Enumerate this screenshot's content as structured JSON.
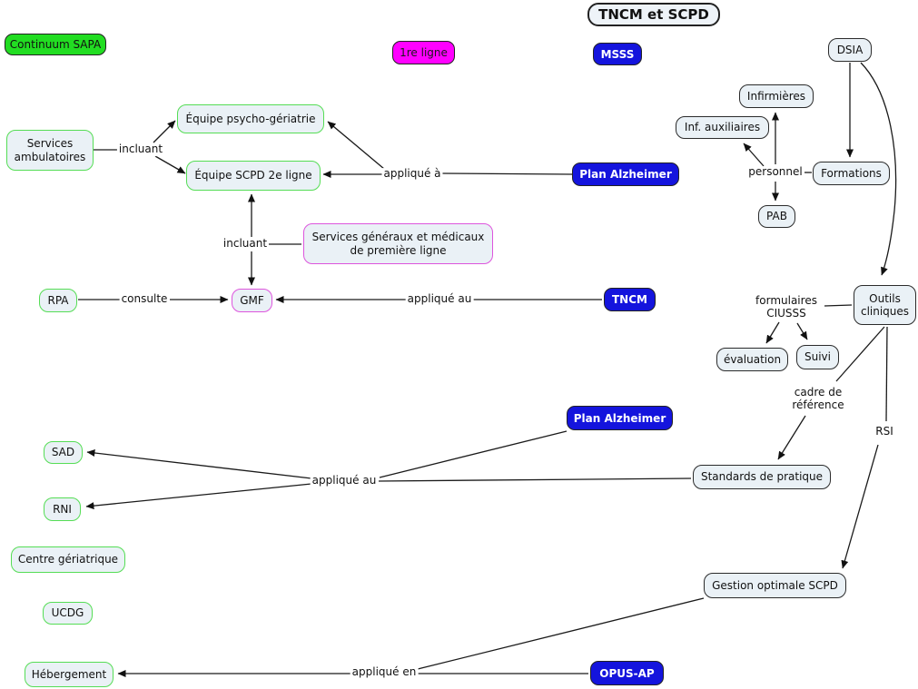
{
  "title": {
    "label": "TNCM et SCPD"
  },
  "nodes": {
    "continuum_sapa": {
      "label": "Continuum SAPA"
    },
    "premiere_ligne": {
      "label": "1re ligne"
    },
    "msss": {
      "label": "MSSS"
    },
    "dsia": {
      "label": "DSIA"
    },
    "infirmieres": {
      "label": "Infirmières"
    },
    "inf_auxiliaires": {
      "label": "Inf. auxiliaires"
    },
    "formations": {
      "label": "Formations"
    },
    "pab": {
      "label": "PAB"
    },
    "services_ambulatoires": {
      "label": "Services ambulatoires"
    },
    "equipe_psycho_geriatrie": {
      "label": "Équipe psycho-gériatrie"
    },
    "equipe_scpd_2e_ligne": {
      "label": "Équipe SCPD 2e ligne"
    },
    "plan_alzheimer_1": {
      "label": "Plan Alzheimer"
    },
    "services_generaux": {
      "label": "Services généraux et médicaux de première ligne"
    },
    "rpa": {
      "label": "RPA"
    },
    "gmf": {
      "label": "GMF"
    },
    "tncm": {
      "label": "TNCM"
    },
    "outils_cliniques": {
      "label": "Outils cliniques"
    },
    "evaluation": {
      "label": "évaluation"
    },
    "suivi": {
      "label": "Suivi"
    },
    "plan_alzheimer_2": {
      "label": "Plan Alzheimer"
    },
    "sad": {
      "label": "SAD"
    },
    "rni": {
      "label": "RNI"
    },
    "standards_pratique": {
      "label": "Standards de pratique"
    },
    "centre_geriatrique": {
      "label": "Centre gériatrique"
    },
    "ucdg": {
      "label": "UCDG"
    },
    "gestion_optimale_scpd": {
      "label": "Gestion optimale SCPD"
    },
    "hebergement": {
      "label": "Hébergement"
    },
    "opus_ap": {
      "label": "OPUS-AP"
    }
  },
  "edge_labels": {
    "incluant_1": {
      "label": "incluant"
    },
    "applique_a": {
      "label": "appliqué à"
    },
    "incluant_2": {
      "label": "incluant"
    },
    "consulte": {
      "label": "consulte"
    },
    "applique_au_1": {
      "label": "appliqué au"
    },
    "personnel": {
      "label": "personnel"
    },
    "formulaires_ciusss": {
      "label": "formulaires\nCIUSSS"
    },
    "cadre_reference": {
      "label": "cadre de\nréférence"
    },
    "rsi": {
      "label": "RSI"
    },
    "applique_au_2": {
      "label": "appliqué au"
    },
    "applique_en": {
      "label": "appliqué en"
    }
  },
  "colors": {
    "accent_blue": "#1414dd",
    "accent_green": "#22dd22",
    "accent_magenta": "#ff00ff",
    "node_fill": "#eaf1f6",
    "green_border": "#55dd55",
    "magenta_border": "#dd55dd",
    "line": "#1a1a1a"
  }
}
